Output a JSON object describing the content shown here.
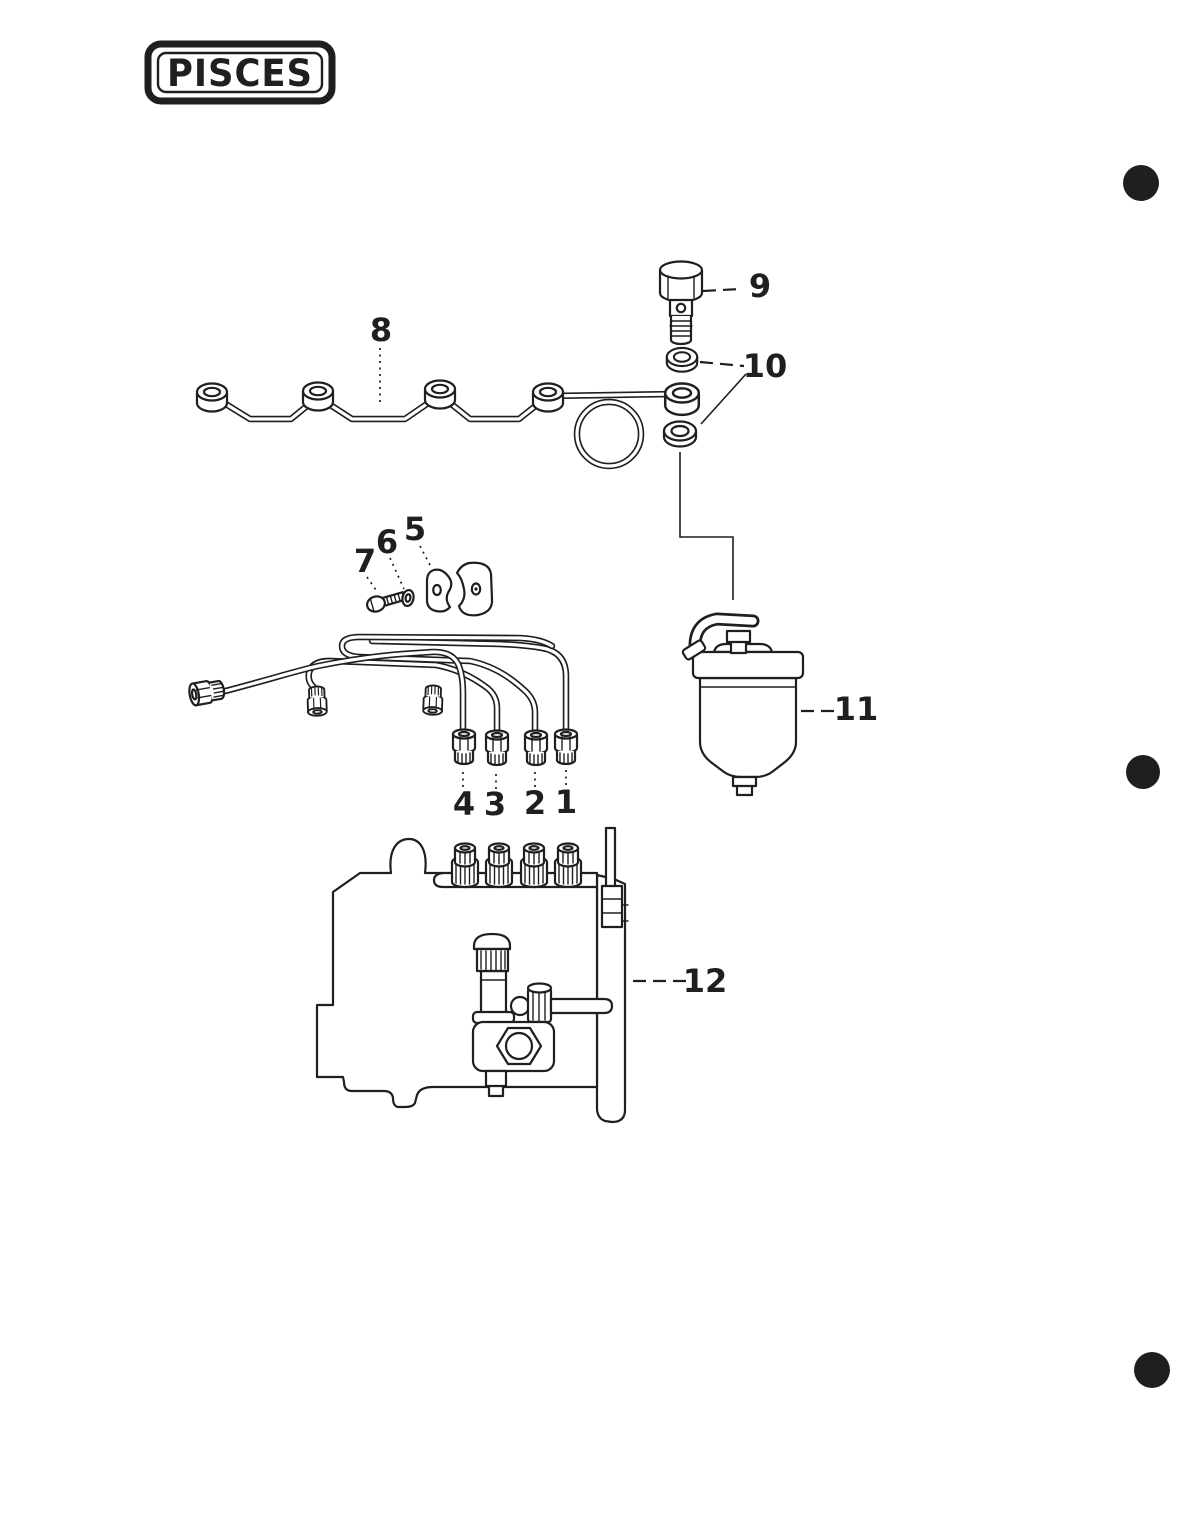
{
  "page": {
    "paper_color": "#ffffff",
    "ink_color": "#1f1f1f"
  },
  "logo": {
    "text": "PISCES"
  },
  "diagram": {
    "callouts": [
      {
        "label": "1"
      },
      {
        "label": "2"
      },
      {
        "label": "3"
      },
      {
        "label": "4"
      },
      {
        "label": "5"
      },
      {
        "label": "6"
      },
      {
        "label": "7"
      },
      {
        "label": "8"
      },
      {
        "label": "9"
      },
      {
        "label": "10"
      },
      {
        "label": "11"
      },
      {
        "label": "12"
      }
    ]
  }
}
